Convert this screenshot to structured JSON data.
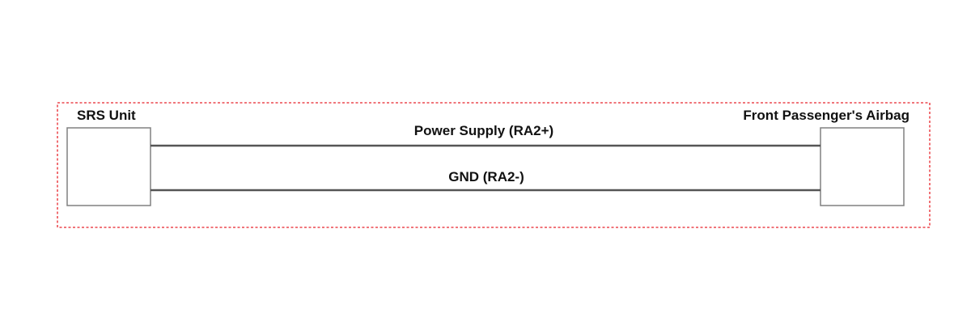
{
  "diagram": {
    "left_component": {
      "label": "SRS Unit"
    },
    "right_component": {
      "label": "Front Passenger's Airbag"
    },
    "wires": [
      {
        "label": "Power Supply (RA2+)"
      },
      {
        "label": "GND (RA2-)"
      }
    ],
    "colors": {
      "boundary": "#e8232a",
      "wire": "#555555",
      "box_stroke": "#808080",
      "text": "#111111"
    }
  }
}
